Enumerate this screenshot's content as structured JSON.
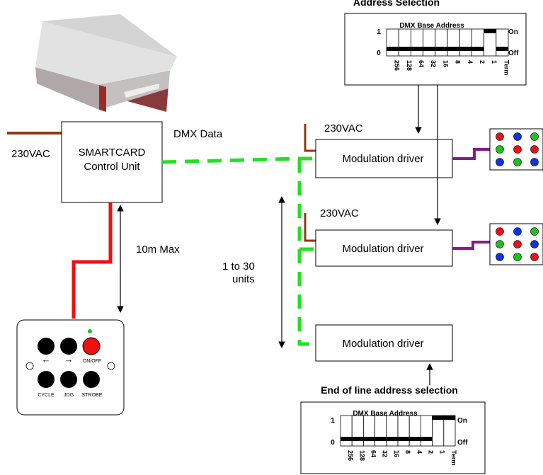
{
  "labels": {
    "address_selection": "Address Selection",
    "end_of_line": "End of line address selection",
    "dmx_data": "DMX Data",
    "power_main": "230VAC",
    "power_driver1": "230VAC",
    "power_driver2": "230VAC",
    "smartcard_line1": "SMARTCARD",
    "smartcard_line2": "Control Unit",
    "ten_m_max": "10m Max",
    "units_line1": "1 to 30",
    "units_line2": "units"
  },
  "drivers": [
    {
      "label": "Modulation driver"
    },
    {
      "label": "Modulation driver"
    },
    {
      "label": "Modulation driver"
    }
  ],
  "dip_switches": {
    "top": {
      "title": "DMX Base Address",
      "on_label": "On",
      "off_label": "Off",
      "one_label": "1",
      "zero_label": "0",
      "values": [
        "256",
        "128",
        "64",
        "32",
        "16",
        "8",
        "4",
        "2",
        "1",
        "Term"
      ],
      "positions_on": [
        false,
        false,
        false,
        false,
        false,
        false,
        false,
        false,
        true,
        false
      ]
    },
    "bottom": {
      "title": "DMX Base Address",
      "on_label": "On",
      "off_label": "Off",
      "one_label": "1",
      "zero_label": "0",
      "values": [
        "256",
        "128",
        "64",
        "32",
        "16",
        "8",
        "4",
        "2",
        "1",
        "Term"
      ],
      "positions_on": [
        false,
        false,
        false,
        false,
        false,
        false,
        false,
        false,
        true,
        true
      ]
    }
  },
  "remote": {
    "left_arrow": "←",
    "right_arrow": "→",
    "onoff": "ON/OFF",
    "cycle": "CYCLE",
    "jog": "JOG",
    "strobe": "STROBE"
  },
  "led_panels": [
    {
      "colors": [
        [
          "#e8121a",
          "#1432e0",
          "#20c020"
        ],
        [
          "#20c020",
          "#e8121a",
          "#e8121a"
        ],
        [
          "#1432e0",
          "#20c020",
          "#1432e0"
        ]
      ]
    },
    {
      "colors": [
        [
          "#e8121a",
          "#1432e0",
          "#20c020"
        ],
        [
          "#20c020",
          "#e8121a",
          "#1432e0"
        ],
        [
          "#1432e0",
          "#20c020",
          "#e8121a"
        ]
      ]
    }
  ],
  "colors": {
    "power_cable": "#8b3a14",
    "dmx_cable": "#22e022",
    "remote_cable": "#ee1111",
    "led_cable": "#8a1a8a"
  }
}
